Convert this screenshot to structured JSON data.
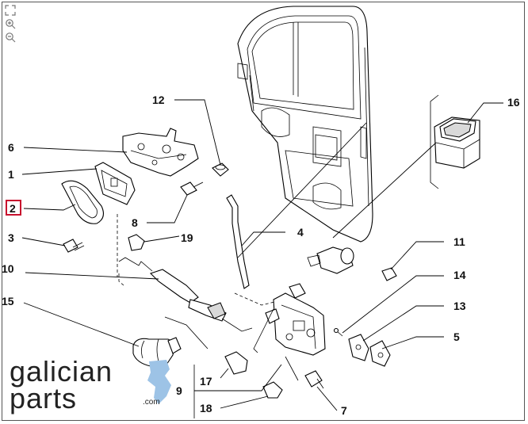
{
  "toolbar": {
    "fullscreen_icon": "fullscreen-icon",
    "zoom_in_icon": "zoom-in-icon",
    "zoom_out_icon": "zoom-out-icon"
  },
  "callouts": [
    {
      "id": "1",
      "label": "1"
    },
    {
      "id": "2",
      "label": "2",
      "highlighted": true
    },
    {
      "id": "3",
      "label": "3"
    },
    {
      "id": "4",
      "label": "4"
    },
    {
      "id": "5",
      "label": "5"
    },
    {
      "id": "6",
      "label": "6"
    },
    {
      "id": "7",
      "label": "7"
    },
    {
      "id": "8",
      "label": "8"
    },
    {
      "id": "9",
      "label": "9"
    },
    {
      "id": "10",
      "label": "10"
    },
    {
      "id": "11",
      "label": "11"
    },
    {
      "id": "12",
      "label": "12"
    },
    {
      "id": "13",
      "label": "13"
    },
    {
      "id": "14",
      "label": "14"
    },
    {
      "id": "15",
      "label": "15"
    },
    {
      "id": "16",
      "label": "16"
    },
    {
      "id": "17",
      "label": "17"
    },
    {
      "id": "18",
      "label": "18"
    },
    {
      "id": "19",
      "label": "19"
    }
  ],
  "logo": {
    "line1": "galician",
    "line2": "parts",
    "domain": ".com"
  },
  "colors": {
    "highlight": "#c8102e",
    "logo_map": "#9dc3e6",
    "ink": "#111111"
  }
}
